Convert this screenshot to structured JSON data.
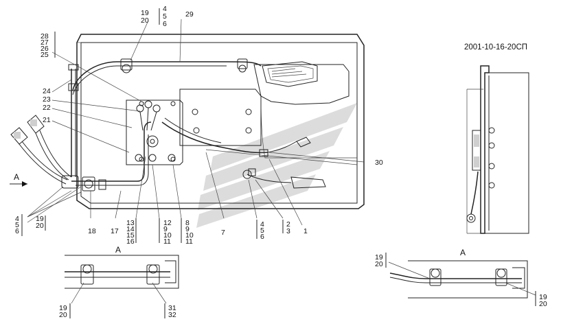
{
  "drawing": {
    "code": "2001-10-16-20СП",
    "view_label_main": "A",
    "view_label_sub_left": "A",
    "view_label_sub_right": "A"
  },
  "callouts": [
    {
      "id": "c-19-20-4-5-6-top",
      "left": [
        "19",
        "20"
      ],
      "right": [
        "4",
        "5",
        "6"
      ]
    },
    {
      "id": "c-29",
      "single": "29"
    },
    {
      "id": "c-28-25",
      "stack": [
        "28",
        "27",
        "26",
        "25"
      ]
    },
    {
      "id": "c-24",
      "single": "24"
    },
    {
      "id": "c-23",
      "single": "23"
    },
    {
      "id": "c-22",
      "single": "22"
    },
    {
      "id": "c-21",
      "single": "21"
    },
    {
      "id": "c-30",
      "single": "30"
    },
    {
      "id": "c-4-5-6-left",
      "stack": [
        "4",
        "5",
        "6"
      ]
    },
    {
      "id": "c-19-20-left",
      "stack": [
        "19",
        "20"
      ]
    },
    {
      "id": "c-18",
      "single": "18"
    },
    {
      "id": "c-17",
      "single": "17"
    },
    {
      "id": "c-13-16",
      "stack": [
        "13",
        "14",
        "15",
        "16"
      ]
    },
    {
      "id": "c-12-11",
      "stack": [
        "12",
        "9",
        "10",
        "11"
      ]
    },
    {
      "id": "c-8-11",
      "stack": [
        "8",
        "9",
        "10",
        "11"
      ]
    },
    {
      "id": "c-7",
      "single": "7"
    },
    {
      "id": "c-4-5-6-bottom",
      "stack": [
        "4",
        "5",
        "6"
      ]
    },
    {
      "id": "c-2-3",
      "stack": [
        "2",
        "3"
      ]
    },
    {
      "id": "c-1",
      "single": "1"
    },
    {
      "id": "c-19-20-subA-left",
      "stack": [
        "19",
        "20"
      ]
    },
    {
      "id": "c-31-32",
      "stack": [
        "31",
        "32"
      ]
    },
    {
      "id": "c-19-20-subA-right-top",
      "stack": [
        "19",
        "20"
      ]
    },
    {
      "id": "c-19-20-subA-right-bottom",
      "stack": [
        "19",
        "20"
      ]
    }
  ]
}
